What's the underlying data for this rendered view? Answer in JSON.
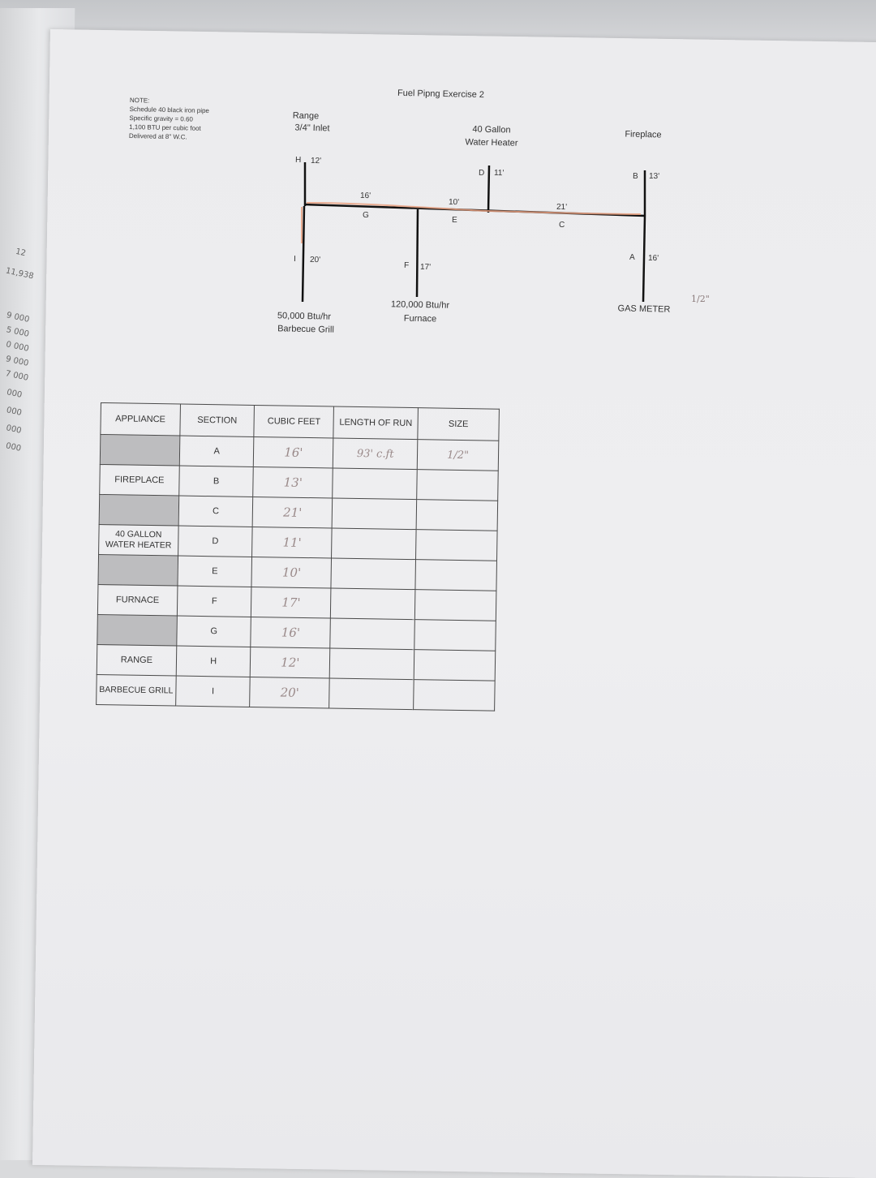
{
  "title": "Fuel Pipng Exercise 2",
  "note": {
    "heading": "NOTE:",
    "lines": [
      "Schedule 40 black iron pipe",
      "Specific gravity = 0.60",
      "1,100 BTU per cubic foot",
      "Delivered at 8\" W.C."
    ]
  },
  "appliances_top": {
    "range": "Range",
    "range_inlet": "3/4\" Inlet",
    "water_heater_1": "40 Gallon",
    "water_heater_2": "Water Heater",
    "fireplace": "Fireplace"
  },
  "appliances_bottom": {
    "grill_btu": "50,000 Btu/hr",
    "grill_name": "Barbecue Grill",
    "furnace_btu": "120,000 Btu/hr",
    "furnace_name": "Furnace",
    "gas_meter": "GAS METER"
  },
  "sections": {
    "H": {
      "letter": "H",
      "length": "12'"
    },
    "D": {
      "letter": "D",
      "length": "11'"
    },
    "B": {
      "letter": "B",
      "length": "13'"
    },
    "G": {
      "letter": "G",
      "length": "16'"
    },
    "E": {
      "letter": "E",
      "length": "10'"
    },
    "C": {
      "letter": "C",
      "length": "21'"
    },
    "I": {
      "letter": "I",
      "length": "20'"
    },
    "F": {
      "letter": "F",
      "length": "17'"
    },
    "A": {
      "letter": "A",
      "length": "16'"
    }
  },
  "margin_handwriting": "1/2\"",
  "table": {
    "headers": [
      "APPLIANCE",
      "SECTION",
      "CUBIC FEET",
      "LENGTH OF RUN",
      "SIZE"
    ],
    "rows": [
      {
        "appliance": "",
        "shaded": true,
        "section": "A",
        "cubic": "16'",
        "length": "93' c.ft",
        "size": "1/2\""
      },
      {
        "appliance": "FIREPLACE",
        "shaded": false,
        "section": "B",
        "cubic": "13'",
        "length": "",
        "size": ""
      },
      {
        "appliance": "",
        "shaded": true,
        "section": "C",
        "cubic": "21'",
        "length": "",
        "size": ""
      },
      {
        "appliance": "40 GALLON WATER HEATER",
        "shaded": false,
        "section": "D",
        "cubic": "11'",
        "length": "",
        "size": ""
      },
      {
        "appliance": "",
        "shaded": true,
        "section": "E",
        "cubic": "10'",
        "length": "",
        "size": ""
      },
      {
        "appliance": "FURNACE",
        "shaded": false,
        "section": "F",
        "cubic": "17'",
        "length": "",
        "size": ""
      },
      {
        "appliance": "",
        "shaded": true,
        "section": "G",
        "cubic": "16'",
        "length": "",
        "size": ""
      },
      {
        "appliance": "RANGE",
        "shaded": false,
        "section": "H",
        "cubic": "12'",
        "length": "",
        "size": ""
      },
      {
        "appliance": "BARBECUE GRILL",
        "shaded": false,
        "section": "I",
        "cubic": "20'",
        "length": "",
        "size": ""
      }
    ]
  },
  "left_page_numbers": [
    "12",
    "11,938",
    "9 000",
    "5 000",
    "0 000",
    "9 000",
    "7 000",
    "000",
    "000",
    "000",
    "000"
  ]
}
